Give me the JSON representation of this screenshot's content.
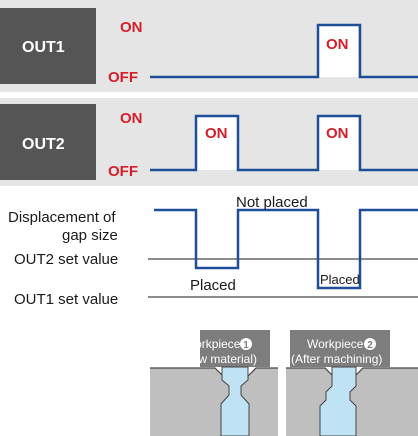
{
  "out1": {
    "name": "OUT1",
    "on_label": "ON",
    "off_label": "OFF",
    "pulse_label": "ON"
  },
  "out2": {
    "name": "OUT2",
    "on_label": "ON",
    "off_label": "OFF",
    "pulse_labels": [
      "ON",
      "ON"
    ]
  },
  "displacement": {
    "label_line1": "Displacement of",
    "label_line2": "gap size",
    "out2_set_value": "OUT2 set value",
    "out1_set_value": "OUT1 set value",
    "not_placed": "Not placed",
    "placed_left": "Placed",
    "placed_right": "Placed"
  },
  "workpieces": [
    {
      "title": "Workpiece",
      "number": "1",
      "desc": "(Raw material)"
    },
    {
      "title": "Workpiece",
      "number": "2",
      "desc": "(After machining)"
    }
  ],
  "colors": {
    "signal_line": "#1f4e99",
    "label_red": "#d41f2b",
    "box_dark": "#555555",
    "band_gray": "#e5e5e5",
    "nozzle_blue": "#bfe3f5"
  }
}
